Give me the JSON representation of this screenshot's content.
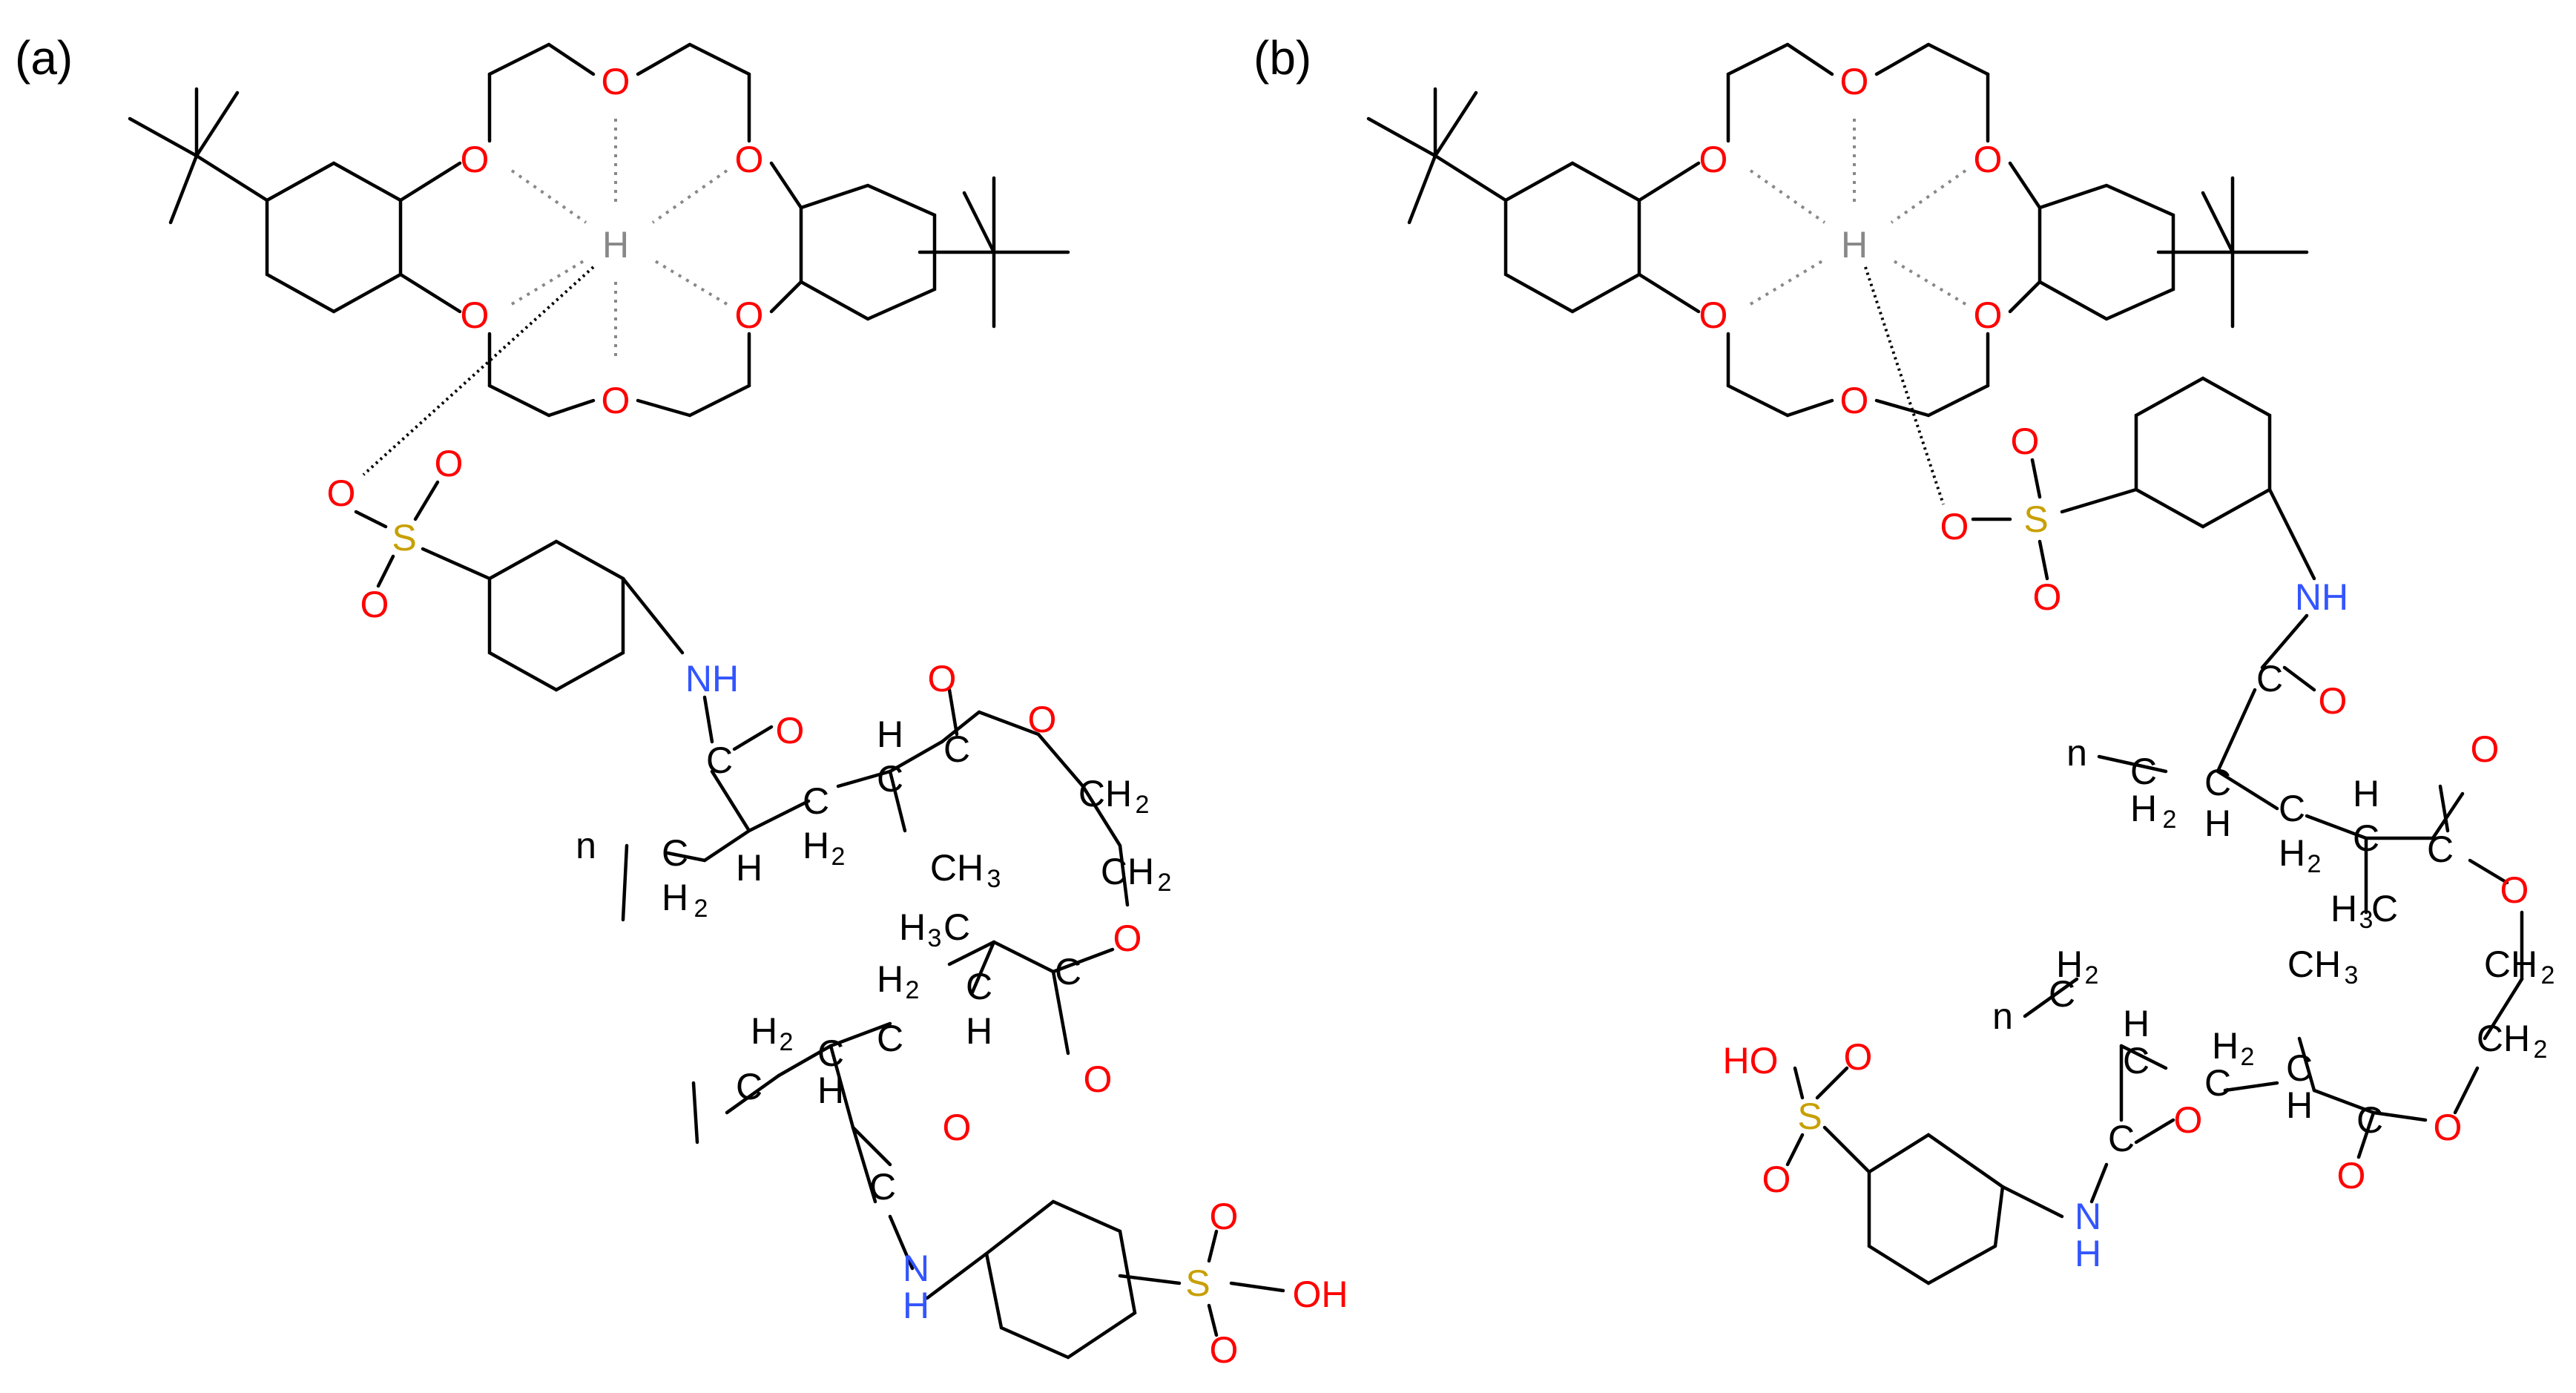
{
  "panels": [
    {
      "label": "(a)"
    },
    {
      "label": "(b)"
    }
  ],
  "atoms": {
    "O": "O",
    "H": "H",
    "S": "S",
    "NH": "NH",
    "N": "N",
    "OH": "OH",
    "HO": "HO",
    "C": "C",
    "CH": "CH",
    "CH3": "CH",
    "H3C": "H",
    "n": "n",
    "sub2": "2",
    "sub3": "3"
  },
  "colors": {
    "oxygen": "#ff0000",
    "nitrogen": "#3355ff",
    "sulfur": "#c8a000",
    "hydrogen_crown": "#888888",
    "carbon": "#000000"
  }
}
